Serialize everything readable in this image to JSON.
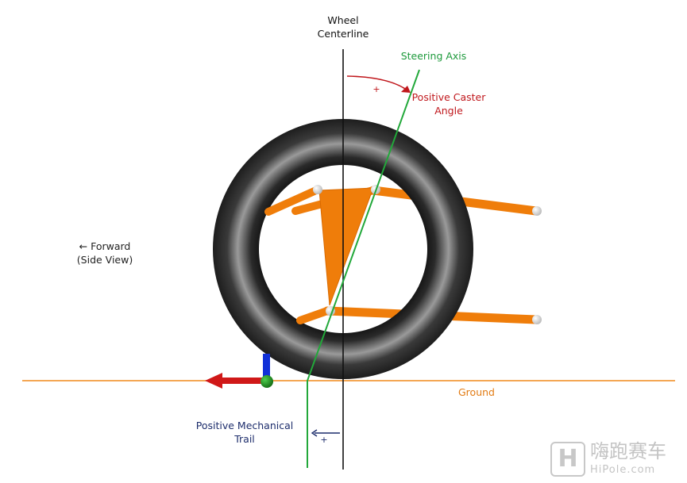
{
  "labels": {
    "wheel_centerline": [
      "Wheel",
      "Centerline"
    ],
    "steering_axis": "Steering Axis",
    "positive_caster_angle": [
      "Positive Caster",
      "Angle"
    ],
    "forward": [
      "← Forward",
      "(Side View)"
    ],
    "ground": "Ground",
    "positive_mechanical_trail": [
      "Positive Mechanical",
      "Trail"
    ],
    "caster_sign": "+",
    "trail_sign": "+"
  },
  "watermark": {
    "logo_letter": "H",
    "chinese_text": "嗨跑赛车",
    "url": "HiPole.com"
  },
  "colors": {
    "ground": "#f08a1c",
    "steering_axis": "#22a83a",
    "wheel_centerline": "#111111",
    "caster_angle": "#c0171c",
    "mechanical_trail": "#1c2c6b",
    "suspension": "#ef7d0a",
    "tire": "#3a3a3a",
    "axis_x": "#d01818",
    "axis_y": "#1030d8",
    "axis_origin": "#1a8a1a",
    "watermark": "#c8c8c8"
  }
}
